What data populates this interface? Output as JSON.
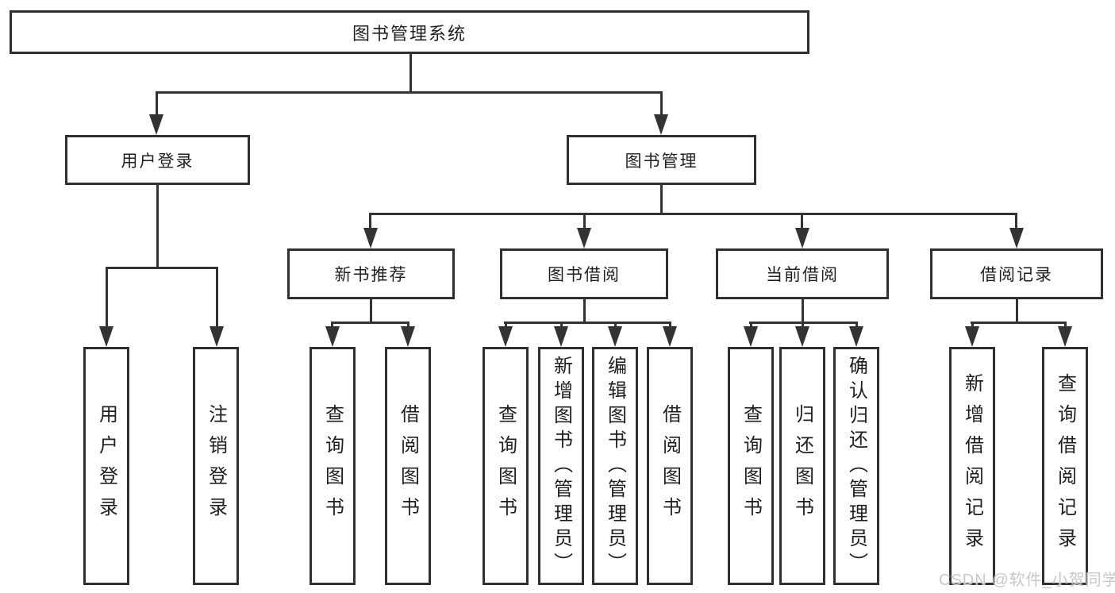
{
  "tree": {
    "root": {
      "label": "图书管理系统",
      "children": [
        {
          "label": "用户登录",
          "children": [
            {
              "label": "用户登录"
            },
            {
              "label": "注销登录"
            }
          ]
        },
        {
          "label": "图书管理",
          "children": [
            {
              "label": "新书推荐",
              "children": [
                {
                  "label": "查询图书"
                },
                {
                  "label": "借阅图书"
                }
              ]
            },
            {
              "label": "图书借阅",
              "children": [
                {
                  "label": "查询图书"
                },
                {
                  "label": "新增图书（管理员）"
                },
                {
                  "label": "编辑图书（管理员）"
                },
                {
                  "label": "借阅图书"
                }
              ]
            },
            {
              "label": "当前借阅",
              "children": [
                {
                  "label": "查询图书"
                },
                {
                  "label": "归还图书"
                },
                {
                  "label": "确认归还（管理员）"
                }
              ]
            },
            {
              "label": "借阅记录",
              "children": [
                {
                  "label": "新增借阅记录"
                },
                {
                  "label": "查询借阅记录"
                }
              ]
            }
          ]
        }
      ]
    }
  },
  "watermark": {
    "text": "CSDN @软件_小贺同学"
  },
  "colors": {
    "line": "#333333",
    "box_border": "#303030",
    "text": "#1f1f1f",
    "watermark": "#c8c8c8",
    "background": "#ffffff"
  }
}
